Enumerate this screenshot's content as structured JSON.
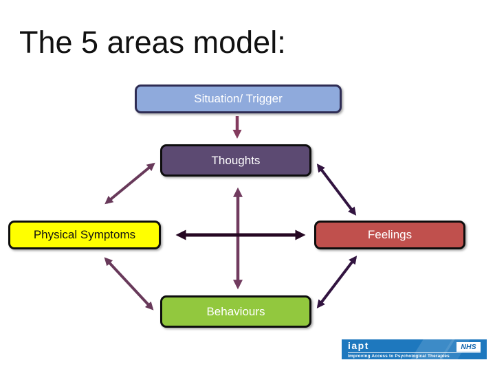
{
  "slide": {
    "title": "The 5 areas model:"
  },
  "diagram": {
    "nodes": {
      "situation": {
        "label": "Situation/ Trigger",
        "fill": "#8FAADC",
        "border": "#2E2C54",
        "text_color": "#FFFFFF"
      },
      "thoughts": {
        "label": "Thoughts",
        "fill": "#5C4A72",
        "border": "#0D0D0D",
        "text_color": "#FFFFFF"
      },
      "physical": {
        "label": "Physical Symptoms",
        "fill": "#FFFF00",
        "border": "#0D0D0D",
        "text_color": "#111111"
      },
      "feelings": {
        "label": "Feelings",
        "fill": "#C0504D",
        "border": "#0D0D0D",
        "text_color": "#FFFFFF"
      },
      "behaviours": {
        "label": "Behaviours",
        "fill": "#92C83E",
        "border": "#0D0D0D",
        "text_color": "#FFFFFF"
      }
    },
    "arrow_colors": {
      "situation_to_thoughts": "#833B5E",
      "vertical_double": "#713B5F",
      "horizontal_double": "#250722",
      "left_diagonals": "#68395A",
      "right_diagonals": "#321440"
    }
  },
  "footer_logo": {
    "brand": "iapt",
    "tagline": "Improving Access to Psychological Therapies",
    "nhs": "NHS",
    "banner_color": "#1E78BE",
    "nhs_text_color": "#1266AE"
  }
}
